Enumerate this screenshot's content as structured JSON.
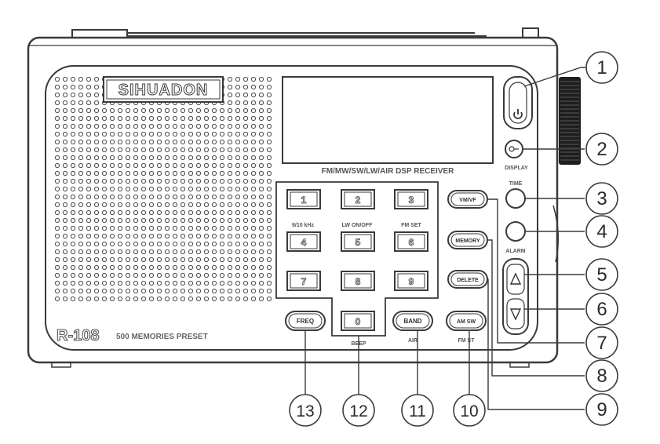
{
  "brand": "SIHUADON",
  "subtitle": "FM/MW/SW/LW/AIR DSP RECEIVER",
  "model": "R-108",
  "memories_text": "500 MEMORIES PRESET",
  "side_labels": {
    "display": "DISPLAY",
    "time": "TIME",
    "alarm": "ALARM"
  },
  "keypad": {
    "keys": [
      "1",
      "2",
      "3",
      "4",
      "5",
      "6",
      "7",
      "8",
      "9",
      "0"
    ],
    "sublabels": {
      "step": "9/10 kHz",
      "lw": "LW ON/OFF",
      "fm_set": "FM SET",
      "beep": "BEEP"
    }
  },
  "buttons": {
    "vwvf": "VM/VF",
    "memory": "MEMORY",
    "delete": "DELETE",
    "freq": "FREQ",
    "band": "BAND",
    "band_sub": "AIR",
    "amsw": "AM SW",
    "amsw_sub": "FM ST"
  },
  "callouts": [
    "1",
    "2",
    "3",
    "4",
    "5",
    "6",
    "7",
    "8",
    "9",
    "10",
    "11",
    "12",
    "13"
  ],
  "icons": {
    "power": "power-icon",
    "lock": "key-lock-icon",
    "up": "triangle-up-icon",
    "down": "triangle-down-icon"
  }
}
